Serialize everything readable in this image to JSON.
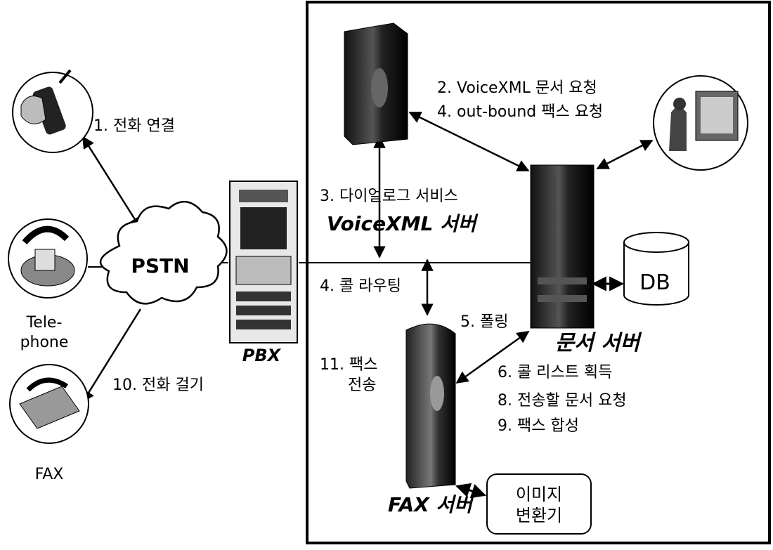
{
  "labels": {
    "pstn": "PSTN",
    "pbx": "PBX",
    "telephone_line1": "Tele-",
    "telephone_line2": "phone",
    "fax_device": "FAX",
    "db": "DB",
    "voicexml_server": "VoiceXML 서버",
    "document_server": "문서 서버",
    "fax_server": "FAX 서버",
    "image_converter_line1": "이미지",
    "image_converter_line2": "변환기"
  },
  "steps": {
    "s1": "1. 전화 연결",
    "s2": "2. VoiceXML 문서 요청",
    "s4a": "4. out-bound 팩스 요청",
    "s3": "3. 다이얼로그 서비스",
    "s4b": "4. 콜 라우팅",
    "s5": "5. 폴링",
    "s11_line1": "11. 팩스",
    "s11_line2": "전송",
    "s6": "6. 콜 리스트 획득",
    "s8": "8. 전송할 문서 요청",
    "s9": "9. 팩스 합성",
    "s10": "10. 전화 걸기"
  }
}
